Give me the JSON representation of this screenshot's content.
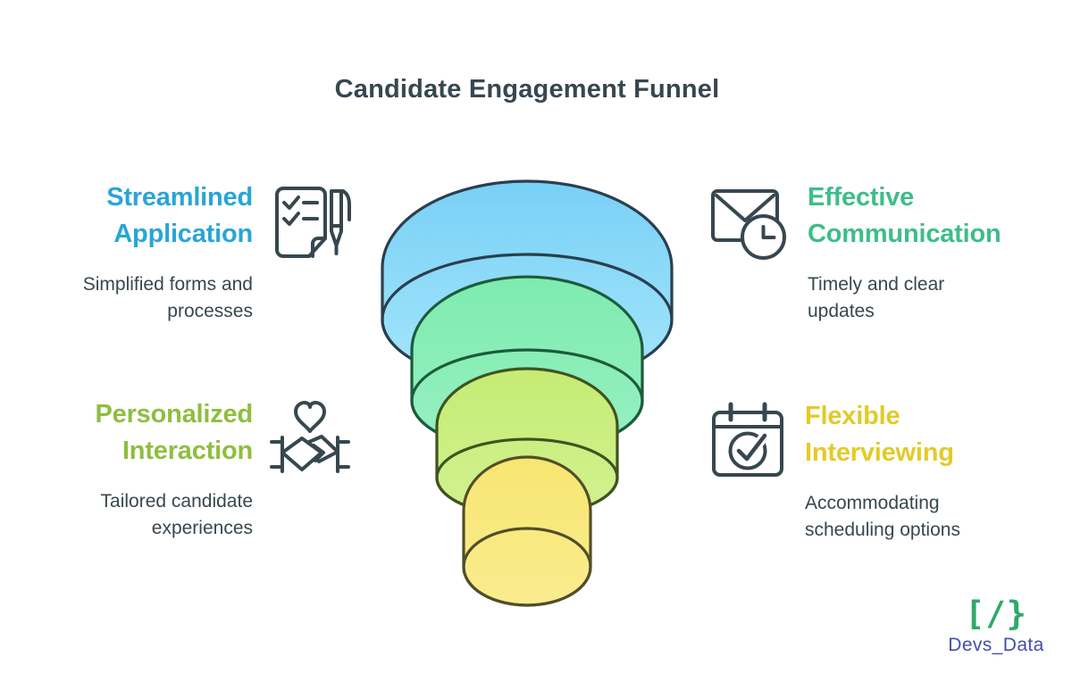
{
  "title": "Candidate Engagement Funnel",
  "text_color": "#37474F",
  "icon_stroke": "#37474F",
  "sections": [
    {
      "id": "streamlined-application",
      "heading": [
        "Streamlined",
        "Application"
      ],
      "body": "Simplified forms and processes",
      "color": "#29A5D6",
      "icon": "checklist-pen-icon"
    },
    {
      "id": "effective-communication",
      "heading": [
        "Effective",
        "Communication"
      ],
      "body": "Timely and clear updates",
      "color": "#3EBD8A",
      "icon": "envelope-clock-icon"
    },
    {
      "id": "personalized-interaction",
      "heading": [
        "Personalized",
        "Interaction"
      ],
      "body": "Tailored candidate experiences",
      "color": "#8FBE3F",
      "icon": "heart-handshake-icon"
    },
    {
      "id": "flexible-interviewing",
      "heading": [
        "Flexible",
        "Interviewing"
      ],
      "body": "Accommodating scheduling options",
      "color": "#E3CA28",
      "icon": "calendar-check-icon"
    }
  ],
  "funnel": {
    "layers": [
      {
        "name": "funnel-stage-1",
        "fill_top": "#78D0F6",
        "fill_bottom": "#A5E6FB",
        "stroke": "#2B3F4E"
      },
      {
        "name": "funnel-stage-2",
        "fill_top": "#7EEBAF",
        "fill_bottom": "#97F0C2",
        "stroke": "#1C5B3C"
      },
      {
        "name": "funnel-stage-3",
        "fill_top": "#C5EC74",
        "fill_bottom": "#D2F190",
        "stroke": "#3F5320"
      },
      {
        "name": "funnel-stage-4",
        "fill_top": "#F7E670",
        "fill_bottom": "#FAEC90",
        "stroke": "#524E28"
      }
    ]
  },
  "logo": {
    "glyph": "[/}",
    "text": "Devs_Data",
    "glyph_color": "#2FA96B",
    "text_color": "#4450A8"
  }
}
